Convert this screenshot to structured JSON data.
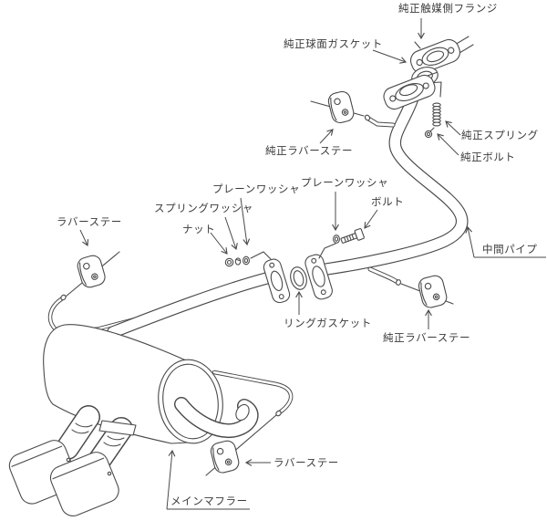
{
  "colors": {
    "background": "#ffffff",
    "line": "#4a4a4a",
    "text": "#3a3a3a"
  },
  "labels": {
    "catalyst_flange": "純正触媒側フランジ",
    "spherical_gasket": "純正球面ガスケット",
    "oem_spring": "純正スプリング",
    "oem_bolt": "純正ボルト",
    "oem_rubber_stay_upper": "純正ラバーステー",
    "plain_washer_left": "プレーンワッシャ",
    "plain_washer_right": "プレーンワッシャ",
    "spring_washer": "スプリングワッシャ",
    "nut": "ナット",
    "bolt": "ボルト",
    "center_pipe": "中間パイプ",
    "ring_gasket": "リングガスケット",
    "oem_rubber_stay_right": "純正ラバーステー",
    "rubber_stay_left": "ラバーステー",
    "rubber_stay_bottom": "ラバーステー",
    "main_muffler": "メインマフラー"
  }
}
